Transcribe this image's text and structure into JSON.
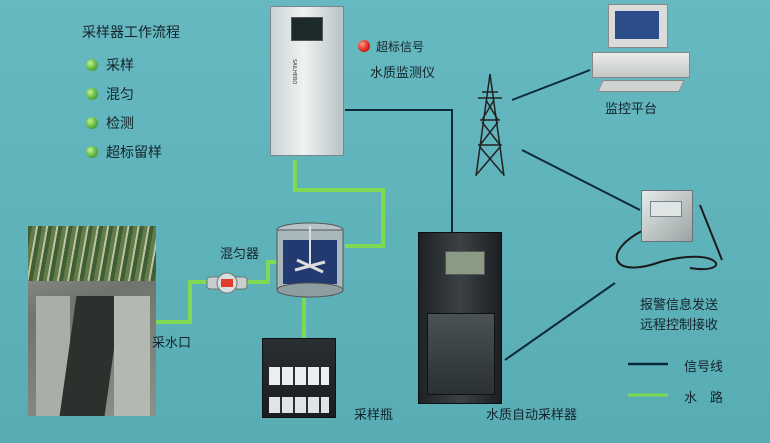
{
  "process": {
    "title": "采样器工作流程",
    "steps": [
      "采样",
      "混匀",
      "检测",
      "超标留样"
    ]
  },
  "labels": {
    "alarm": "超标信号",
    "monitor": "水质监测仪",
    "mixer": "混匀器",
    "intake": "采水口",
    "bottles": "采样瓶",
    "sampler": "水质自动采样器",
    "platform": "监控平台",
    "remote_line1": "报警信息发送",
    "remote_line2": "远程控制接收",
    "monitor_brand": "SAILHERO"
  },
  "legend": {
    "signal_label": "信号线",
    "water_label": "水　路"
  },
  "colors": {
    "background": "#5fb3bb",
    "signal_line": "#0d2a3a",
    "water_line": "#7ed957",
    "alarm_dot": "#e02a1a",
    "step_dot": "#6cc04a"
  },
  "icons": [
    "tower-icon",
    "computer-icon",
    "modem-icon",
    "alarm-light-icon"
  ]
}
